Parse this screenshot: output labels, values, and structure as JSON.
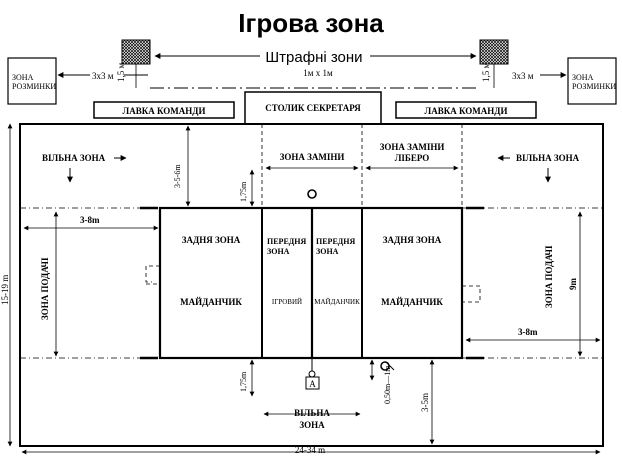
{
  "title": "Ігрова зона",
  "penalty": {
    "label": "Штрафні зони",
    "size": "1м x 1м",
    "height_left": "1,5 м",
    "height_right": "1,5 м"
  },
  "warmup": {
    "left": [
      "ЗОНА",
      "РОЗМИНКИ"
    ],
    "right": [
      "ЗОНА",
      "РОЗМИНКИ"
    ],
    "size_left": "3х3 м",
    "size_right": "3х3 м"
  },
  "bench": {
    "left": "ЛАВКА КОМАНДИ",
    "right": "ЛАВКА КОМАНДИ"
  },
  "scorer_table": "СТОЛИК СЕКРЕТАРЯ",
  "free_zone": {
    "left": "ВІЛЬНА ЗОНА",
    "right": "ВІЛЬНА ЗОНА",
    "bottom": [
      "ВІЛЬНА",
      "ЗОНА"
    ]
  },
  "substitution_zone": "ЗОНА ЗАМІНИ",
  "libero_zone": [
    "ЗОНА ЗАМІНИ",
    "ЛІБЕРО"
  ],
  "service_zone": {
    "left": "ЗОНА ПОДАЧІ",
    "right": "ЗОНА ПОДАЧІ"
  },
  "back_zone": {
    "left": "ЗАДНЯ ЗОНА",
    "right": "ЗАДНЯ ЗОНА"
  },
  "front_zone": {
    "left": [
      "ПЕРЕДНЯ",
      "ЗОНА"
    ],
    "right": [
      "ПЕРЕДНЯ",
      "ЗОНА"
    ]
  },
  "court": {
    "left": "МАЙДАНЧИК",
    "right": "МАЙДАНЧИК",
    "center_left": "ІГРОВИЙ",
    "center_right": "МАЙДАНЧИК"
  },
  "referee_marker": "А",
  "dimensions": {
    "top_free": "3-5-6m",
    "table_to_line": "1,75m",
    "service_left": "3-8m",
    "service_right": "3-8m",
    "total_width": "15-19 m",
    "court_width": "9m",
    "ref_distance": "1,75m",
    "post_distance": "0,50m—1m",
    "bottom_free": "3-5m",
    "total_length": "24-34 m"
  }
}
